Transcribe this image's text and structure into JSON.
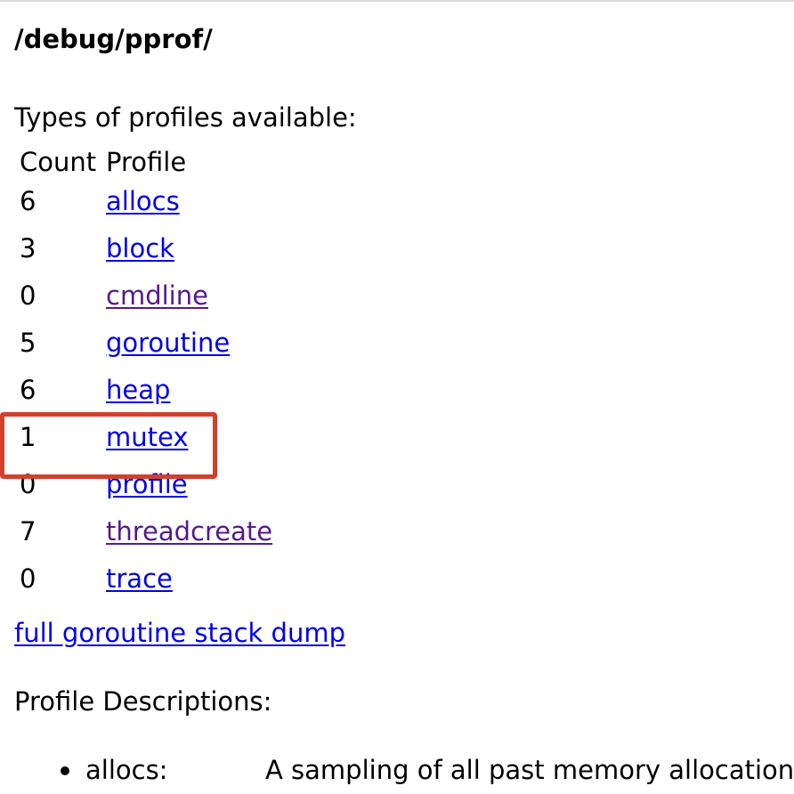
{
  "page": {
    "title": "/debug/pprof/",
    "types_heading": "Types of profiles available:",
    "table": {
      "headers": [
        "Count",
        "Profile"
      ],
      "rows": [
        {
          "count": "6",
          "name": "allocs",
          "visited": false
        },
        {
          "count": "3",
          "name": "block",
          "visited": false
        },
        {
          "count": "0",
          "name": "cmdline",
          "visited": true
        },
        {
          "count": "5",
          "name": "goroutine",
          "visited": false
        },
        {
          "count": "6",
          "name": "heap",
          "visited": false
        },
        {
          "count": "1",
          "name": "mutex",
          "visited": false,
          "highlighted": true
        },
        {
          "count": "0",
          "name": "profile",
          "visited": false
        },
        {
          "count": "7",
          "name": "threadcreate",
          "visited": true
        },
        {
          "count": "0",
          "name": "trace",
          "visited": false
        }
      ]
    },
    "full_dump_link": "full goroutine stack dump",
    "descriptions_heading": "Profile Descriptions:",
    "descriptions": [
      {
        "name": "allocs:",
        "text": "A sampling of all past memory allocation"
      }
    ]
  },
  "colors": {
    "link": "#0000ee",
    "visited_link": "#551a8b",
    "highlight_border": "#d43f2a"
  }
}
